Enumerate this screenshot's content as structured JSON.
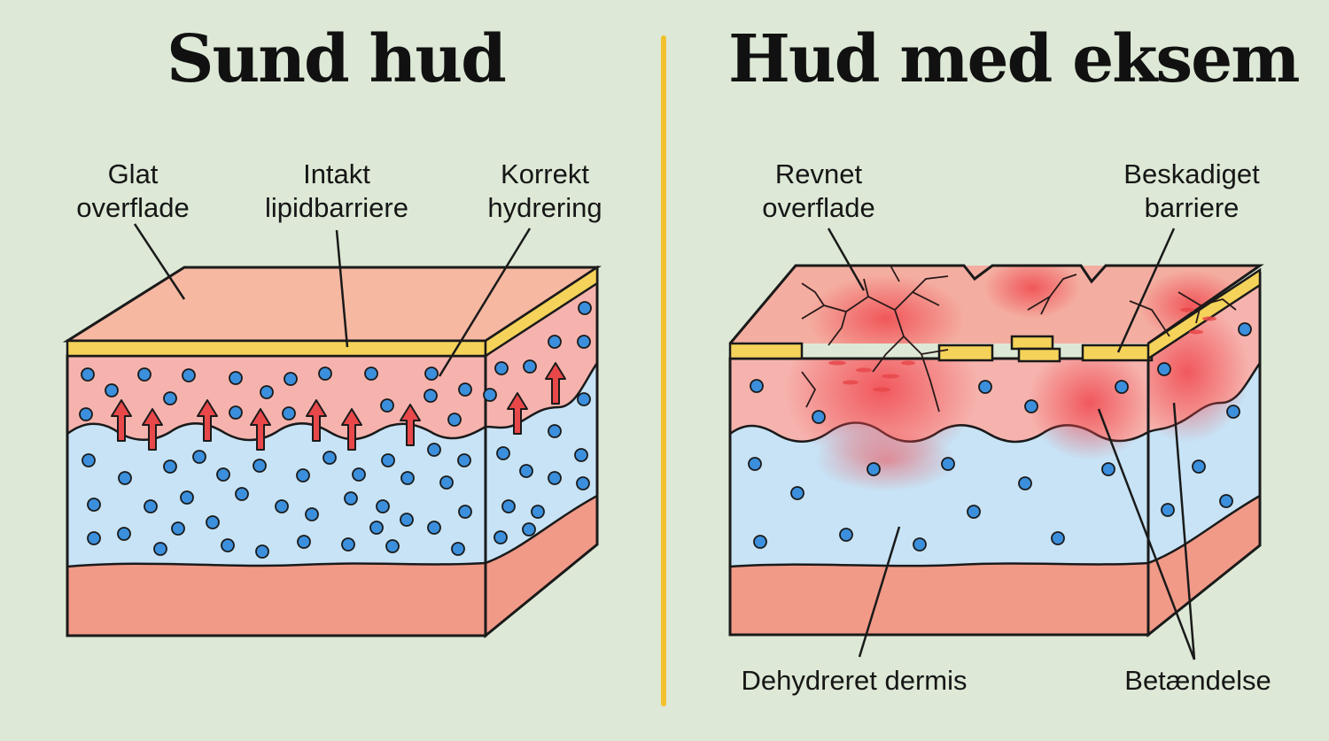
{
  "left_panel": {
    "title": "Sund hud",
    "labels": {
      "smooth_surface": [
        "Glat",
        "overflade"
      ],
      "lipid_barrier": [
        "Intakt",
        "lipidbarriere"
      ],
      "hydration": [
        "Korrekt",
        "hydrering"
      ]
    }
  },
  "right_panel": {
    "title": "Hud med eksem",
    "labels": {
      "cracked_surface": [
        "Revnet",
        "overflade"
      ],
      "damaged_barrier": [
        "Beskadiget",
        "barriere"
      ],
      "dehydrated_dermis": "Dehydreret dermis",
      "inflammation": "Betændelse"
    }
  },
  "colors": {
    "background": "#dde9d6",
    "divider": "#f2c12e",
    "skin_top": "#f7b8a2",
    "lipid": "#f5d35a",
    "epidermis": "#f6b3ae",
    "dermis": "#c7e3f5",
    "subcutis": "#f29a88",
    "water_dot": "#3b8fdc",
    "arrow": "#e8484a",
    "inflammation": "#f0484e"
  },
  "icons": [
    "water-droplet-icon",
    "hydration-arrow-icon",
    "crack-icon"
  ]
}
